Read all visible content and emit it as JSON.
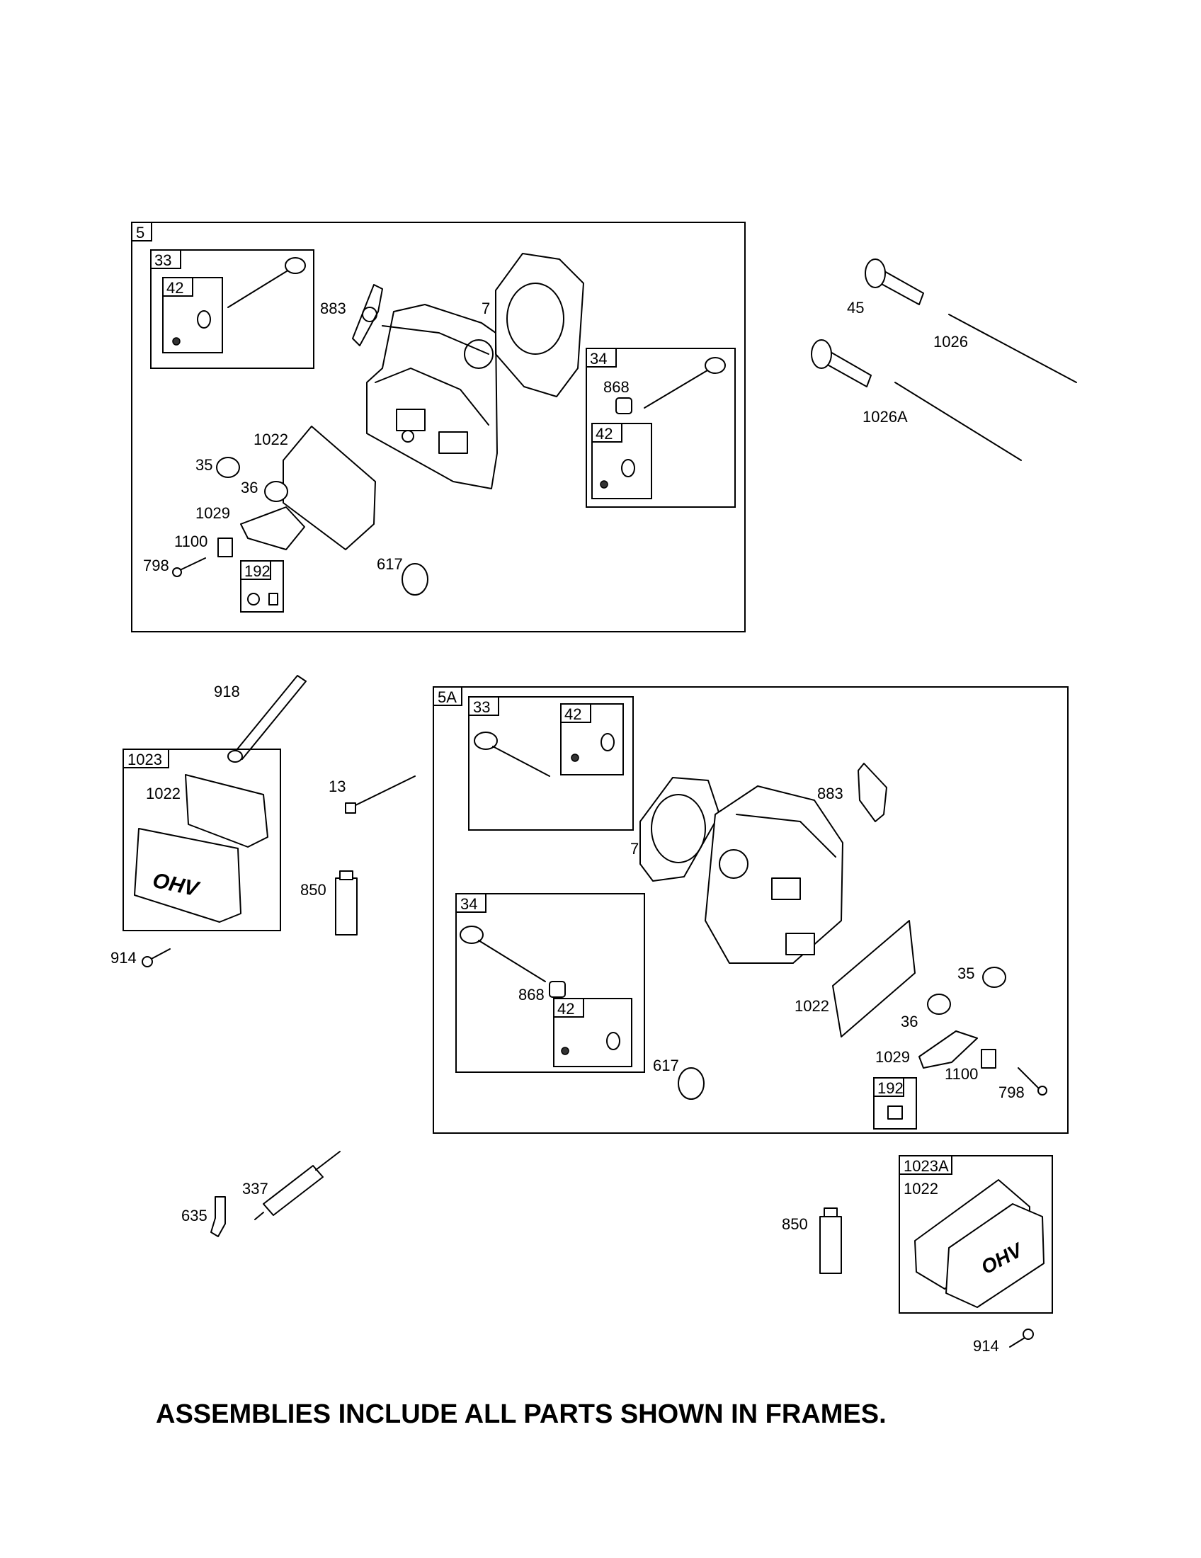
{
  "diagram": {
    "footer_note": "ASSEMBLIES INCLUDE ALL PARTS SHOWN IN FRAMES.",
    "frames": {
      "f5": "5",
      "f33a": "33",
      "f42a": "42",
      "f34a": "34",
      "f42b": "42",
      "f192a": "192",
      "f1023": "1023",
      "f5A": "5A",
      "f33b": "33",
      "f42c": "42",
      "f34b": "34",
      "f42d": "42",
      "f192b": "192",
      "f1023A": "1023A"
    },
    "callouts": {
      "c883a": "883",
      "c7a": "7",
      "c868a": "868",
      "c1022a": "1022",
      "c35a": "35",
      "c36a": "36",
      "c1029a": "1029",
      "c1100a": "1100",
      "c798a": "798",
      "c617a": "617",
      "c45": "45",
      "c1026": "1026",
      "c1026A": "1026A",
      "c918": "918",
      "c1022b": "1022",
      "c13": "13",
      "c850a": "850",
      "c914a": "914",
      "c883b": "883",
      "c7b": "7",
      "c868b": "868",
      "c617b": "617",
      "c1022c": "1022",
      "c35b": "35",
      "c36b": "36",
      "c1029b": "1029",
      "c1100b": "1100",
      "c798b": "798",
      "c337": "337",
      "c635": "635",
      "c850b": "850",
      "c1022d": "1022",
      "c914b": "914"
    },
    "cover_logo": "OHV"
  }
}
